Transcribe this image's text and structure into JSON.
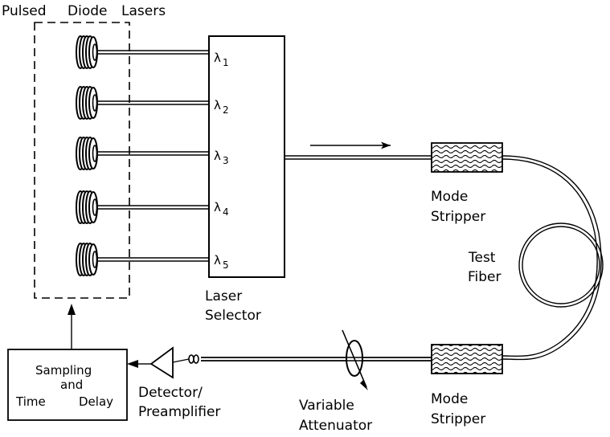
{
  "header": {
    "word_1": "Pulsed",
    "word_2": "Diode",
    "word_3": "Lasers"
  },
  "laser_selector": {
    "line_1": "Laser",
    "line_2": "Selector",
    "channels": [
      {
        "symbol": "λ",
        "index": "1"
      },
      {
        "symbol": "λ",
        "index": "2"
      },
      {
        "symbol": "λ",
        "index": "3"
      },
      {
        "symbol": "λ",
        "index": "4"
      },
      {
        "symbol": "λ",
        "index": "5"
      }
    ]
  },
  "mode_stripper_top": {
    "line_1": "Mode",
    "line_2": "Stripper"
  },
  "mode_stripper_bottom": {
    "line_1": "Mode",
    "line_2": "Stripper"
  },
  "test_fiber": {
    "line_1": "Test",
    "line_2": "Fiber"
  },
  "variable_attenuator": {
    "line_1": "Variable",
    "line_2": "Attenuator"
  },
  "detector": {
    "line_1": "Detector/",
    "line_2": "Preamplifier"
  },
  "sampling_box": {
    "line_1": "Sampling",
    "line_2": "and",
    "line_3a": "Time",
    "line_3b": "Delay"
  }
}
